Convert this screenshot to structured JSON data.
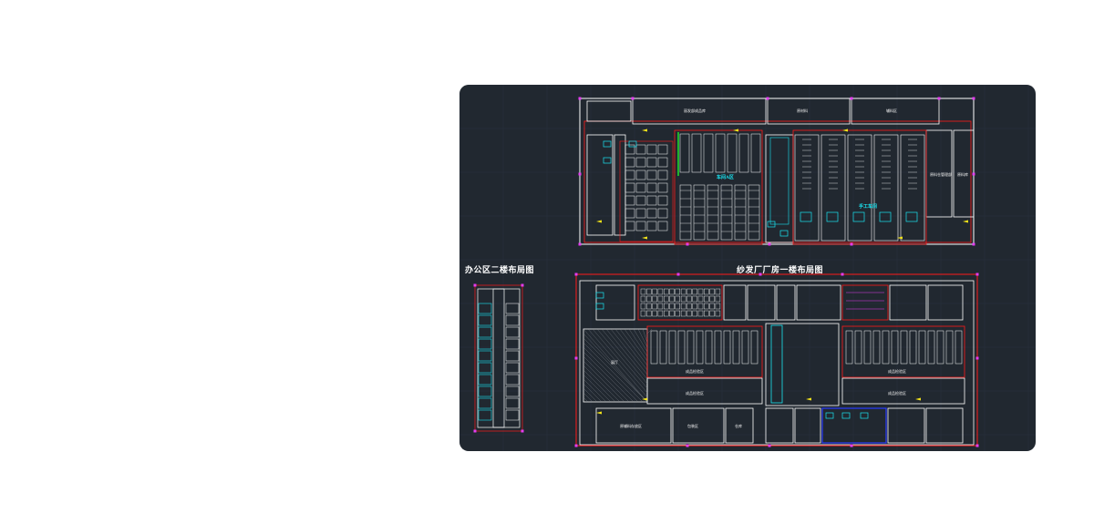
{
  "drawing": {
    "office_title": "办公区二楼布局图",
    "factory_title": "纱发厂厂房一楼布局图"
  },
  "rooms_upper": {
    "r1": "丽发部成品库",
    "r2": "原材料",
    "r3": "辅料区",
    "r4": "原料仓管理部",
    "r5": "原料库",
    "ws1": "车间A区",
    "ws2": "手工车间"
  },
  "rooms_lower": {
    "lounge": "展厅",
    "a1": "成品检验区",
    "a2": "成品检验区",
    "b1": "成品检验区",
    "b2": "成品检验区",
    "c1": "原辅料存放区",
    "c2": "包装区",
    "d1": "仓库"
  },
  "colors": {
    "panel": "#212830",
    "wall": "#ffffff",
    "red": "#ff1a1a",
    "cyan": "#19e5f2",
    "green": "#1fd62a",
    "magenta": "#e43cf0",
    "yellow": "#f2e21a",
    "blue": "#2a3cff",
    "grid": "#2c3440"
  }
}
